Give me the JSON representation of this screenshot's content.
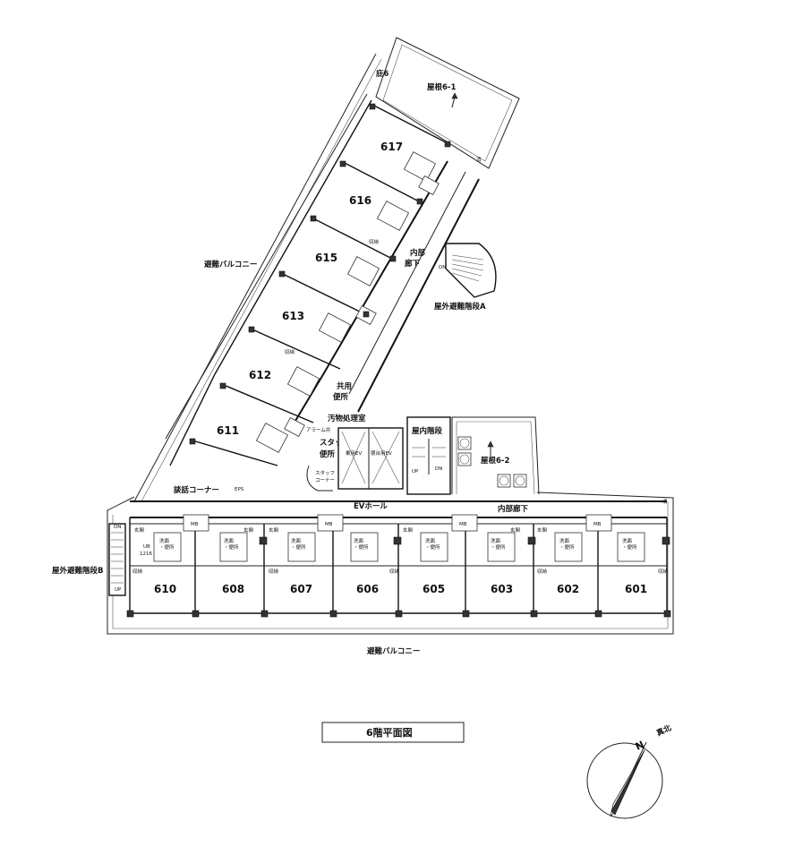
{
  "title": "6階平面図",
  "compass": {
    "label": "真北",
    "letter": "N"
  },
  "labels": {
    "roof_1": "屋根6-1",
    "roof_2": "屋根6-2",
    "eaves": "庇6",
    "balcony_diag": "避難バルコニー",
    "balcony_bottom": "避難バルコニー",
    "stair_a": "屋外避難階段A",
    "stair_b": "屋外避難階段B",
    "inner_corridor_1": "内部",
    "inner_corridor_2": "廊下",
    "inner_corridor_h": "内部廊下",
    "shared_toilet_1": "共用",
    "shared_toilet_2": "便所",
    "waste_room": "汚物処理室",
    "indoor_stair": "屋内階段",
    "ev_passenger": "乗用EV",
    "ev_bed": "寝台用EV",
    "ev_hall": "EVホール",
    "staff_toilet_1": "スタッフ",
    "staff_toilet_2": "便所",
    "staff_corner": "スタッフ",
    "staff_corner_2": "コーナー",
    "alarm": "アラーム弁",
    "talk_corner": "談話コーナー",
    "up": "UP",
    "dn": "DN",
    "ps": "EPS",
    "ub": "UB",
    "ub_size": "1216",
    "entrance": "玄関",
    "storage": "収納",
    "washroom": "洗面",
    "toilet": "・便所",
    "mb": "MB",
    "fire": "消"
  },
  "rooms_diag": [
    "617",
    "616",
    "615",
    "613",
    "612",
    "611"
  ],
  "rooms_horiz": [
    "610",
    "608",
    "607",
    "606",
    "605",
    "603",
    "602",
    "601"
  ]
}
